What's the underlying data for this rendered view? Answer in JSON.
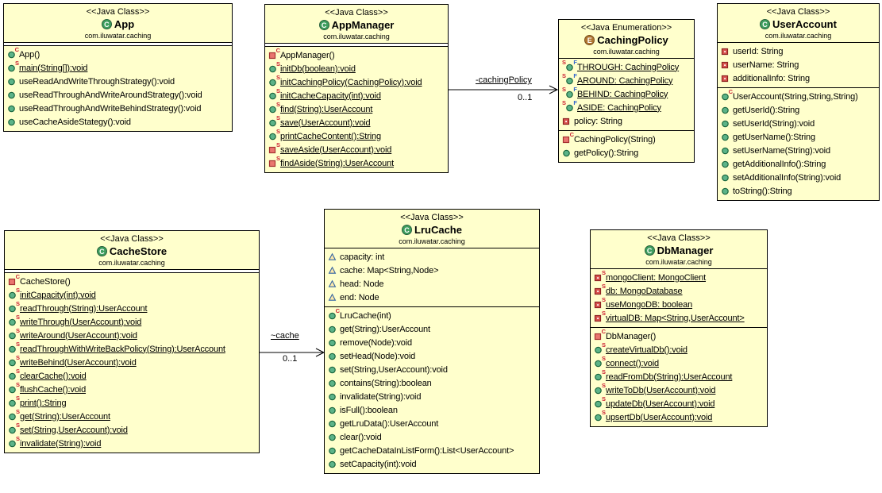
{
  "colors": {
    "box_fill": "#FFFFCC",
    "box_border": "#000000",
    "class_icon_green": "#3E9E5E",
    "enum_icon_brown": "#B0752F",
    "public_method_green": "#5CB388",
    "private_red": "#D9534F",
    "package_field_yellow": "#FFE9A8",
    "static_modifier_red": "#CC2233",
    "final_modifier_blue": "#3366CC"
  },
  "classes": [
    {
      "id": "app",
      "kind": "class",
      "stereotype": "<<Java Class>>",
      "name": "App",
      "package": "com.iluwatar.caching",
      "fields": [],
      "methods": [
        {
          "i": "pub",
          "sr": "C",
          "t": "App()"
        },
        {
          "i": "pub",
          "sr": "S",
          "t": "main(String[]):void",
          "u": true
        },
        {
          "i": "pub",
          "t": "useReadAndWriteThroughStrategy():void"
        },
        {
          "i": "pub",
          "t": "useReadThroughAndWriteAroundStrategy():void"
        },
        {
          "i": "pub",
          "t": "useReadThroughAndWriteBehindStrategy():void"
        },
        {
          "i": "pub",
          "t": "useCacheAsideStategy():void"
        }
      ]
    },
    {
      "id": "app-manager",
      "kind": "class",
      "stereotype": "<<Java Class>>",
      "name": "AppManager",
      "package": "com.iluwatar.caching",
      "fields": [],
      "methods": [
        {
          "i": "priv",
          "sr": "C",
          "t": "AppManager()"
        },
        {
          "i": "pub",
          "sr": "S",
          "t": "initDb(boolean):void",
          "u": true
        },
        {
          "i": "pub",
          "sr": "S",
          "t": "initCachingPolicy(CachingPolicy):void",
          "u": true
        },
        {
          "i": "pub",
          "sr": "S",
          "t": "initCacheCapacity(int):void",
          "u": true
        },
        {
          "i": "pub",
          "sr": "S",
          "t": "find(String):UserAccount",
          "u": true
        },
        {
          "i": "pub",
          "sr": "S",
          "t": "save(UserAccount):void",
          "u": true
        },
        {
          "i": "pub",
          "sr": "S",
          "t": "printCacheContent():String",
          "u": true
        },
        {
          "i": "priv",
          "sr": "S",
          "t": "saveAside(UserAccount):void",
          "u": true
        },
        {
          "i": "priv",
          "sr": "S",
          "t": "findAside(String):UserAccount",
          "u": true
        }
      ]
    },
    {
      "id": "caching-policy",
      "kind": "enum",
      "stereotype": "<<Java Enumeration>>",
      "name": "CachingPolicy",
      "package": "com.iluwatar.caching",
      "fields": [
        {
          "i": "pub",
          "sl": "S",
          "sr": "F",
          "t": "THROUGH: CachingPolicy",
          "u": true
        },
        {
          "i": "pub",
          "sl": "S",
          "sr": "F",
          "t": "AROUND: CachingPolicy",
          "u": true
        },
        {
          "i": "pub",
          "sl": "S",
          "sr": "F",
          "t": "BEHIND: CachingPolicy",
          "u": true
        },
        {
          "i": "pub",
          "sl": "S",
          "sr": "F",
          "t": "ASIDE: CachingPolicy",
          "u": true
        },
        {
          "i": "privf",
          "t": "policy: String"
        }
      ],
      "methods": [
        {
          "i": "priv",
          "sr": "C",
          "t": "CachingPolicy(String)"
        },
        {
          "i": "pub",
          "t": "getPolicy():String"
        }
      ]
    },
    {
      "id": "user-account",
      "kind": "class",
      "stereotype": "<<Java Class>>",
      "name": "UserAccount",
      "package": "com.iluwatar.caching",
      "fields": [
        {
          "i": "privf",
          "t": "userId: String"
        },
        {
          "i": "privf",
          "t": "userName: String"
        },
        {
          "i": "privf",
          "t": "additionalInfo: String"
        }
      ],
      "methods": [
        {
          "i": "pub",
          "sr": "C",
          "t": "UserAccount(String,String,String)"
        },
        {
          "i": "pub",
          "t": "getUserId():String"
        },
        {
          "i": "pub",
          "t": "setUserId(String):void"
        },
        {
          "i": "pub",
          "t": "getUserName():String"
        },
        {
          "i": "pub",
          "t": "setUserName(String):void"
        },
        {
          "i": "pub",
          "t": "getAdditionalInfo():String"
        },
        {
          "i": "pub",
          "t": "setAdditionalInfo(String):void"
        },
        {
          "i": "pub",
          "t": "toString():String"
        }
      ]
    },
    {
      "id": "cache-store",
      "kind": "class",
      "stereotype": "<<Java Class>>",
      "name": "CacheStore",
      "package": "com.iluwatar.caching",
      "fields": [],
      "methods": [
        {
          "i": "priv",
          "sr": "C",
          "t": "CacheStore()"
        },
        {
          "i": "pub",
          "sr": "S",
          "t": "initCapacity(int):void",
          "u": true
        },
        {
          "i": "pub",
          "sr": "S",
          "t": "readThrough(String):UserAccount",
          "u": true
        },
        {
          "i": "pub",
          "sr": "S",
          "t": "writeThrough(UserAccount):void",
          "u": true
        },
        {
          "i": "pub",
          "sr": "S",
          "t": "writeAround(UserAccount):void",
          "u": true
        },
        {
          "i": "pub",
          "sr": "S",
          "t": "readThroughWithWriteBackPolicy(String):UserAccount",
          "u": true
        },
        {
          "i": "pub",
          "sr": "S",
          "t": "writeBehind(UserAccount):void",
          "u": true
        },
        {
          "i": "pub",
          "sr": "S",
          "t": "clearCache():void",
          "u": true
        },
        {
          "i": "pub",
          "sr": "S",
          "t": "flushCache():void",
          "u": true
        },
        {
          "i": "pub",
          "sr": "S",
          "t": "print():String",
          "u": true
        },
        {
          "i": "pub",
          "sr": "S",
          "t": "get(String):UserAccount",
          "u": true
        },
        {
          "i": "pub",
          "sr": "S",
          "t": "set(String,UserAccount):void",
          "u": true
        },
        {
          "i": "pub",
          "sr": "S",
          "t": "invalidate(String):void",
          "u": true
        }
      ]
    },
    {
      "id": "lru-cache",
      "kind": "class",
      "stereotype": "<<Java Class>>",
      "name": "LruCache",
      "package": "com.iluwatar.caching",
      "fields": [
        {
          "i": "pkgf",
          "t": "capacity: int"
        },
        {
          "i": "pkgf",
          "t": "cache: Map<String,Node>"
        },
        {
          "i": "pkgf",
          "t": "head: Node"
        },
        {
          "i": "pkgf",
          "t": "end: Node"
        }
      ],
      "methods": [
        {
          "i": "pub",
          "sr": "C",
          "t": "LruCache(int)"
        },
        {
          "i": "pub",
          "t": "get(String):UserAccount"
        },
        {
          "i": "pub",
          "t": "remove(Node):void"
        },
        {
          "i": "pub",
          "t": "setHead(Node):void"
        },
        {
          "i": "pub",
          "t": "set(String,UserAccount):void"
        },
        {
          "i": "pub",
          "t": "contains(String):boolean"
        },
        {
          "i": "pub",
          "t": "invalidate(String):void"
        },
        {
          "i": "pub",
          "t": "isFull():boolean"
        },
        {
          "i": "pub",
          "t": "getLruData():UserAccount"
        },
        {
          "i": "pub",
          "t": "clear():void"
        },
        {
          "i": "pub",
          "t": "getCacheDataInListForm():List<UserAccount>"
        },
        {
          "i": "pub",
          "t": "setCapacity(int):void"
        }
      ]
    },
    {
      "id": "db-manager",
      "kind": "class",
      "stereotype": "<<Java Class>>",
      "name": "DbManager",
      "package": "com.iluwatar.caching",
      "fields": [
        {
          "i": "privf",
          "sr": "S",
          "t": "mongoClient: MongoClient",
          "u": true
        },
        {
          "i": "privf",
          "sr": "S",
          "t": "db: MongoDatabase",
          "u": true
        },
        {
          "i": "privf",
          "sr": "S",
          "t": "useMongoDB: boolean",
          "u": true
        },
        {
          "i": "privf",
          "sr": "S",
          "t": "virtualDB: Map<String,UserAccount>",
          "u": true
        }
      ],
      "methods": [
        {
          "i": "priv",
          "sr": "C",
          "t": "DbManager()"
        },
        {
          "i": "pub",
          "sr": "S",
          "t": "createVirtualDb():void",
          "u": true
        },
        {
          "i": "pub",
          "sr": "S",
          "t": "connect():void",
          "u": true
        },
        {
          "i": "pub",
          "sr": "S",
          "t": "readFromDb(String):UserAccount",
          "u": true
        },
        {
          "i": "pub",
          "sr": "S",
          "t": "writeToDb(UserAccount):void",
          "u": true
        },
        {
          "i": "pub",
          "sr": "S",
          "t": "updateDb(UserAccount):void",
          "u": true
        },
        {
          "i": "pub",
          "sr": "S",
          "t": "upsertDb(UserAccount):void",
          "u": true
        }
      ]
    }
  ],
  "associations": [
    {
      "label": "-cachingPolicy",
      "multiplicity": "0..1",
      "from": "AppManager",
      "to": "CachingPolicy"
    },
    {
      "label": "~cache",
      "multiplicity": "0..1",
      "from": "CacheStore",
      "to": "LruCache"
    }
  ]
}
